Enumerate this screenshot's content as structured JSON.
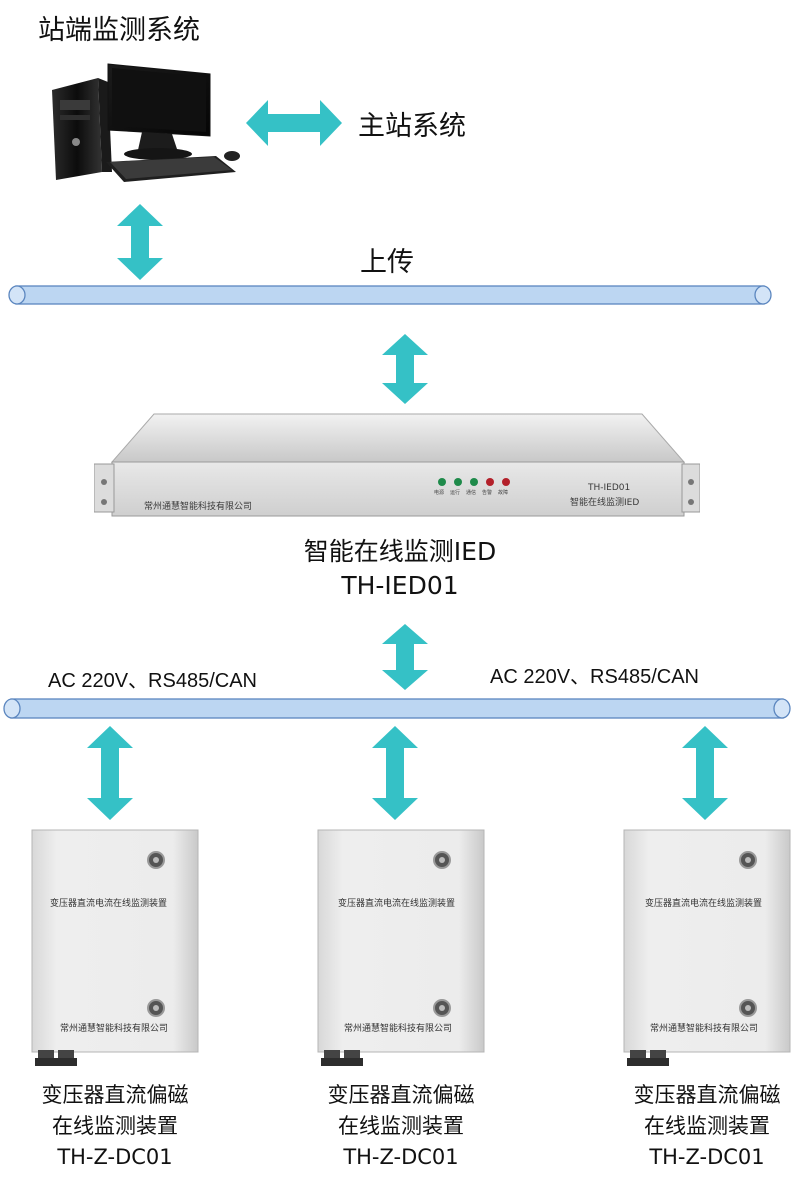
{
  "header": {
    "title": "站端监测系统"
  },
  "master": {
    "label": "主站系统"
  },
  "upload": {
    "label": "上传"
  },
  "ied": {
    "name": "智能在线监测IED",
    "model": "TH-IED01",
    "panel_company": "常州通慧智能科技有限公司",
    "panel_model": "TH-IED01",
    "panel_name": "智能在线监测IED",
    "leds": [
      {
        "label": "电源",
        "color": "#1e8a4a"
      },
      {
        "label": "运行",
        "color": "#1e8a4a"
      },
      {
        "label": "通信",
        "color": "#1e8a4a"
      },
      {
        "label": "告警",
        "color": "#b3202a"
      },
      {
        "label": "故障",
        "color": "#b3202a"
      }
    ]
  },
  "bus": {
    "left_label": "AC 220V、RS485/CAN",
    "right_label": "AC 220V、RS485/CAN"
  },
  "devices": [
    {
      "panel_title": "变压器直流电流在线监测装置",
      "panel_company": "常州通慧智能科技有限公司",
      "caption_line1": "变压器直流偏磁",
      "caption_line2": "在线监测装置",
      "caption_line3": "TH-Z-DC01"
    },
    {
      "panel_title": "变压器直流电流在线监测装置",
      "panel_company": "常州通慧智能科技有限公司",
      "caption_line1": "变压器直流偏磁",
      "caption_line2": "在线监测装置",
      "caption_line3": "TH-Z-DC01"
    },
    {
      "panel_title": "变压器直流电流在线监测装置",
      "panel_company": "常州通慧智能科技有限公司",
      "caption_line1": "变压器直流偏磁",
      "caption_line2": "在线监测装置",
      "caption_line3": "TH-Z-DC01"
    }
  ],
  "colors": {
    "arrow": "#35c1c6",
    "bus_fill": "#bcd6f2",
    "bus_stroke": "#5b86bf"
  },
  "icons": {
    "computer": "desktop-computer-icon"
  }
}
